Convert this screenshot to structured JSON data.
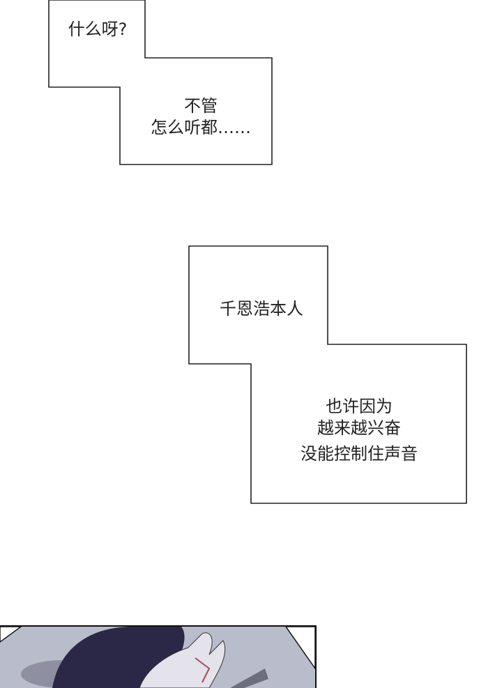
{
  "bubbles": [
    {
      "lines": [
        "什么呀?"
      ]
    },
    {
      "lines": [
        "不管",
        "怎么听都……"
      ]
    },
    {
      "lines": [
        "千恩浩本人"
      ]
    },
    {
      "lines": [
        "也许因为",
        "越来越兴奋",
        "没能控制住声音"
      ]
    }
  ],
  "colors": {
    "panel_bg": "#b9bccb",
    "hair": "#2a2846",
    "skin": "#e4e2ea"
  }
}
